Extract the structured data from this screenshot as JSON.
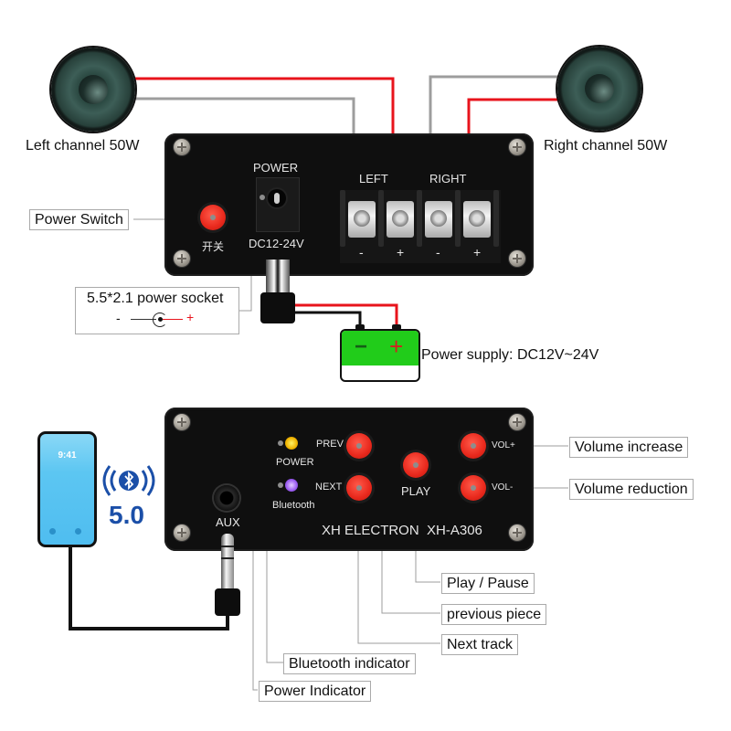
{
  "top_diagram": {
    "left_speaker_label": "Left channel 50W",
    "right_speaker_label": "Right channel 50W",
    "panel": {
      "power_label": "POWER",
      "switch_cn_label": "开关",
      "dc_label": "DC12-24V",
      "left_label": "LEFT",
      "right_label": "RIGHT",
      "terminal_polarity": [
        "-",
        "+",
        "-",
        "+"
      ]
    },
    "callouts": {
      "power_switch": "Power Switch",
      "power_socket": "5.5*2.1 power socket",
      "socket_minus": "-",
      "socket_plus": "+"
    },
    "battery": {
      "minus": "−",
      "plus": "+",
      "label": "Power supply: DC12V~24V"
    }
  },
  "bottom_diagram": {
    "phone": {
      "time": "9:41"
    },
    "bluetooth_version": "5.0",
    "panel": {
      "aux_label": "AUX",
      "power_led_label": "POWER",
      "bluetooth_led_label": "Bluetooth",
      "prev_label": "PREV",
      "next_label": "NEXT",
      "play_label": "PLAY",
      "vol_up_label": "VOL+",
      "vol_down_label": "VOL-",
      "brand_label": "XH ELECTRON  XH-A306"
    },
    "callouts": {
      "volume_increase": "Volume increase",
      "volume_reduction": "Volume reduction",
      "play_pause": "Play / Pause",
      "previous_piece": "previous piece",
      "next_track": "Next track",
      "bluetooth_indicator": "Bluetooth indicator",
      "power_indicator": "Power Indicator"
    }
  },
  "colors": {
    "wire_red": "#e8141c",
    "wire_gray": "#9d9d9d",
    "panel_black": "#0f0f0f",
    "button_red": "#e8281c",
    "battery_green": "#21cc1a",
    "bt_blue": "#1b4fa8",
    "phone_blue": "#5cc6f2"
  }
}
